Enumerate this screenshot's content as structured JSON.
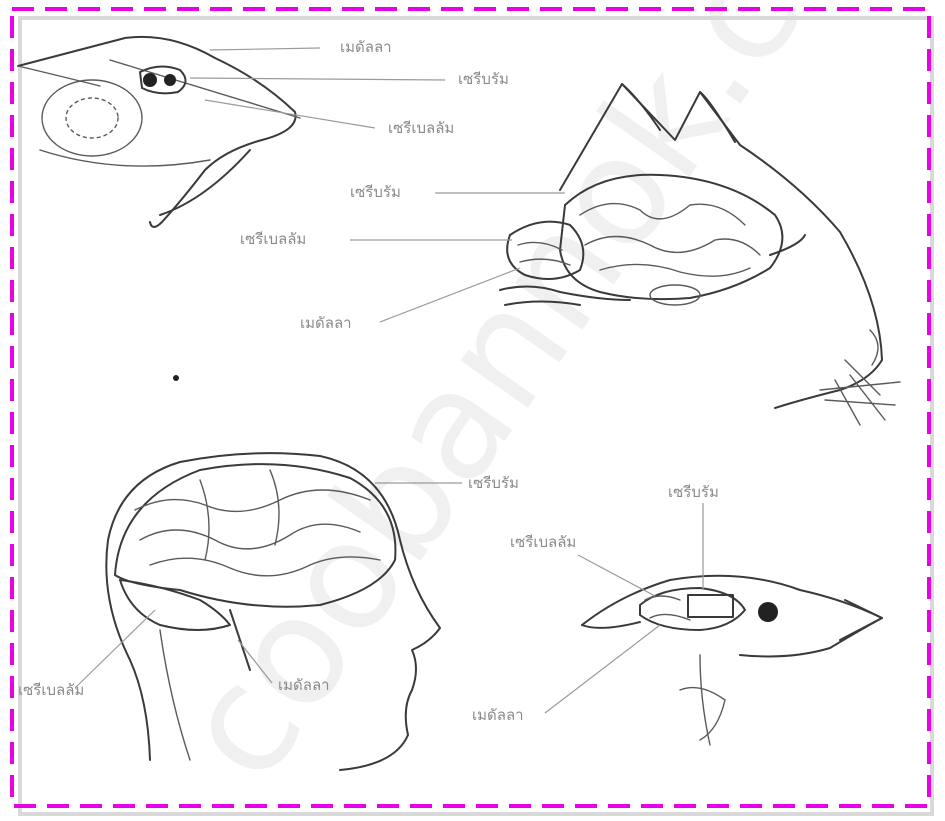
{
  "colors": {
    "frame": "#e800e8",
    "ink": "#3a3a3a",
    "label": "#8a8a8a"
  },
  "watermark": "coobannok.co",
  "fish": {
    "medulla": "เมดัลลา",
    "cerebrum": "เซรีบรัม",
    "cerebellum": "เซรีเบลลัม"
  },
  "cat": {
    "cerebrum": "เซรีบรัม",
    "cerebellum": "เซรีเบลลัม",
    "medulla": "เมดัลลา"
  },
  "human": {
    "cerebrum": "เซรีบรัม",
    "cerebellum": "เซรีเบลลัม",
    "medulla": "เมดัลลา"
  },
  "bird": {
    "cerebrum": "เซรีบรัม",
    "cerebellum": "เซรีเบลลัม",
    "medulla": "เมดัลลา"
  }
}
